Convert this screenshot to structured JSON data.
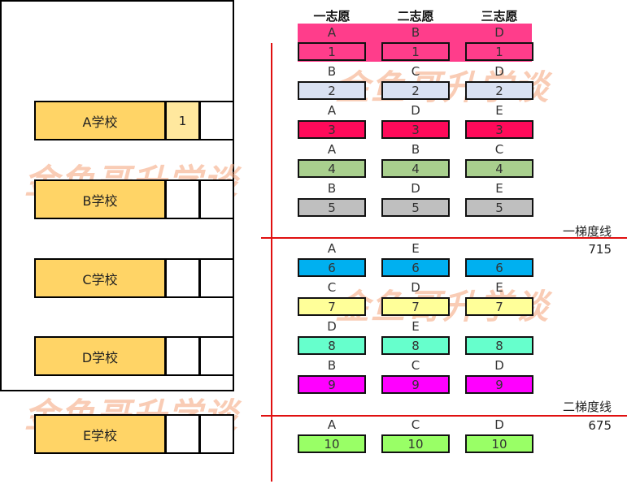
{
  "headers": [
    "一志愿",
    "二志愿",
    "三志愿"
  ],
  "choice_colors": {
    "row1_band": "#ff3d8b"
  },
  "schools": [
    {
      "name": "A学校",
      "slots": [
        "1",
        ""
      ]
    },
    {
      "name": "B学校",
      "slots": [
        "",
        ""
      ]
    },
    {
      "name": "C学校",
      "slots": [
        "",
        ""
      ]
    },
    {
      "name": "D学校",
      "slots": [
        "",
        ""
      ]
    },
    {
      "name": "E学校",
      "slots": [
        "",
        ""
      ]
    }
  ],
  "students": [
    {
      "id": "1",
      "choices": [
        "A",
        "B",
        "D"
      ],
      "color": "#ff3d8b"
    },
    {
      "id": "2",
      "choices": [
        "B",
        "C",
        "D"
      ],
      "color": "#d9e1f2"
    },
    {
      "id": "3",
      "choices": [
        "A",
        "D",
        "E"
      ],
      "color": "#ff0a5a"
    },
    {
      "id": "4",
      "choices": [
        "A",
        "B",
        "C"
      ],
      "color": "#a9d08e"
    },
    {
      "id": "5",
      "choices": [
        "B",
        "D",
        "E"
      ],
      "color": "#bfbfbf"
    },
    {
      "id": "6",
      "choices": [
        "A",
        "E",
        ""
      ],
      "color": "#00b0f0"
    },
    {
      "id": "7",
      "choices": [
        "C",
        "D",
        "E"
      ],
      "color": "#ffff99"
    },
    {
      "id": "8",
      "choices": [
        "D",
        "E",
        ""
      ],
      "color": "#66ffcc"
    },
    {
      "id": "9",
      "choices": [
        "B",
        "C",
        "D"
      ],
      "color": "#ff00ff"
    },
    {
      "id": "10",
      "choices": [
        "A",
        "C",
        "D"
      ],
      "color": "#99ff66"
    }
  ],
  "cutoff_lines": [
    {
      "label": "一梯度线",
      "score": "715"
    },
    {
      "label": "二梯度线",
      "score": "675"
    }
  ],
  "watermark": "金鱼哥升学谈"
}
